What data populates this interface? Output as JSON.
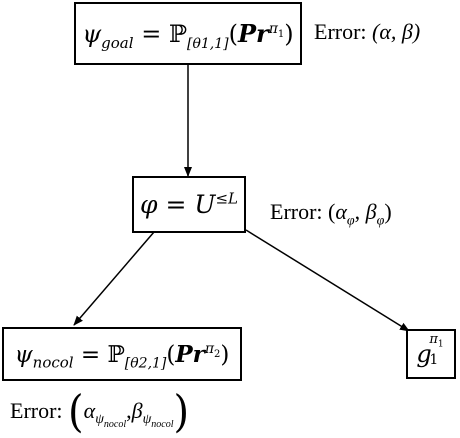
{
  "nodes": {
    "goal": {
      "formula": {
        "lhs_symbol": "ψ",
        "lhs_sub": "goal",
        "op": "=",
        "prob": "ℙ",
        "prob_sub": "[θ1,1]",
        "paren_open": "(",
        "pr": "Pr",
        "pr_sup_base": "π",
        "pr_sup_sub": "1",
        "paren_close": ")"
      },
      "error_label": "Error:",
      "error_value": "(α, β)"
    },
    "phi": {
      "formula": {
        "symbol": "φ",
        "op": "=",
        "u": "U",
        "u_sup": "≤L"
      },
      "error_label": "Error:",
      "error_value": {
        "open": "(",
        "a": "α",
        "a_sub": "φ",
        "sep": ", ",
        "b": "β",
        "b_sub": "φ",
        "close": ")"
      }
    },
    "nocol": {
      "formula": {
        "lhs_symbol": "ψ",
        "lhs_sub": "nocol",
        "op": "=",
        "prob": "ℙ",
        "prob_sub": "[θ2,1]",
        "paren_open": "(",
        "pr": "Pr",
        "pr_sup_base": "π",
        "pr_sup_sub": "2",
        "paren_close": ")"
      },
      "error_label": "Error:",
      "error_value": {
        "open": "(",
        "a": "α",
        "a_sub": "ψ",
        "a_subsub": "nocol",
        "sep": ",",
        "b": "β",
        "b_sub": "ψ",
        "b_subsub": "nocol",
        "close": ")"
      }
    },
    "g": {
      "formula": {
        "symbol": "g",
        "sub": "1",
        "sup_base": "π",
        "sup_sub": "1"
      }
    }
  },
  "edges": [
    {
      "from": "goal",
      "to": "phi"
    },
    {
      "from": "phi",
      "to": "nocol"
    },
    {
      "from": "phi",
      "to": "g"
    }
  ]
}
